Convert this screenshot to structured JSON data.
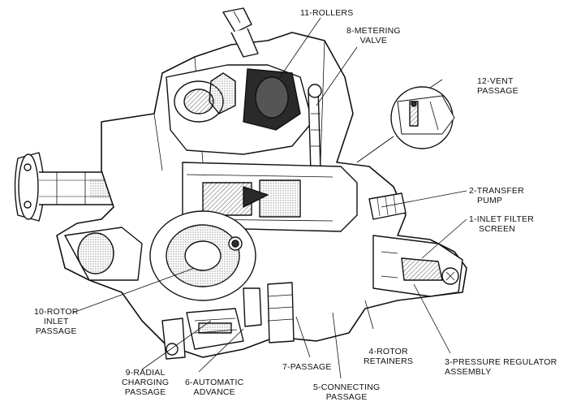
{
  "labels": {
    "rollers": {
      "line1": "11-ROLLERS"
    },
    "metering_valve": {
      "line1": "8-METERING",
      "line2": "VALVE"
    },
    "vent_passage": {
      "line1": "12-VENT",
      "line2": "PASSAGE"
    },
    "transfer_pump": {
      "line1": "2-TRANSFER",
      "line2": "PUMP"
    },
    "inlet_filter_screen": {
      "line1": "1-INLET FILTER",
      "line2": "SCREEN"
    },
    "rotor_inlet_passage": {
      "line1": "10-ROTOR",
      "line2": "INLET",
      "line3": "PASSAGE"
    },
    "radial_charging_passage": {
      "line1": "9-RADIAL",
      "line2": "CHARGING",
      "line3": "PASSAGE"
    },
    "automatic_advance": {
      "line1": "6-AUTOMATIC",
      "line2": "ADVANCE"
    },
    "passage": {
      "line1": "7-PASSAGE"
    },
    "connecting_passage": {
      "line1": "5-CONNECTING",
      "line2": "PASSAGE"
    },
    "rotor_retainers": {
      "line1": "4-ROTOR",
      "line2": "RETAINERS"
    },
    "pressure_regulator_assembly": {
      "line1": "3-PRESSURE REGULATOR",
      "line2": "ASSEMBLY"
    }
  },
  "colors": {
    "ink": "#111111",
    "shade": "#7a7a7a",
    "dark": "#2a2a2a",
    "paper": "#ffffff"
  }
}
